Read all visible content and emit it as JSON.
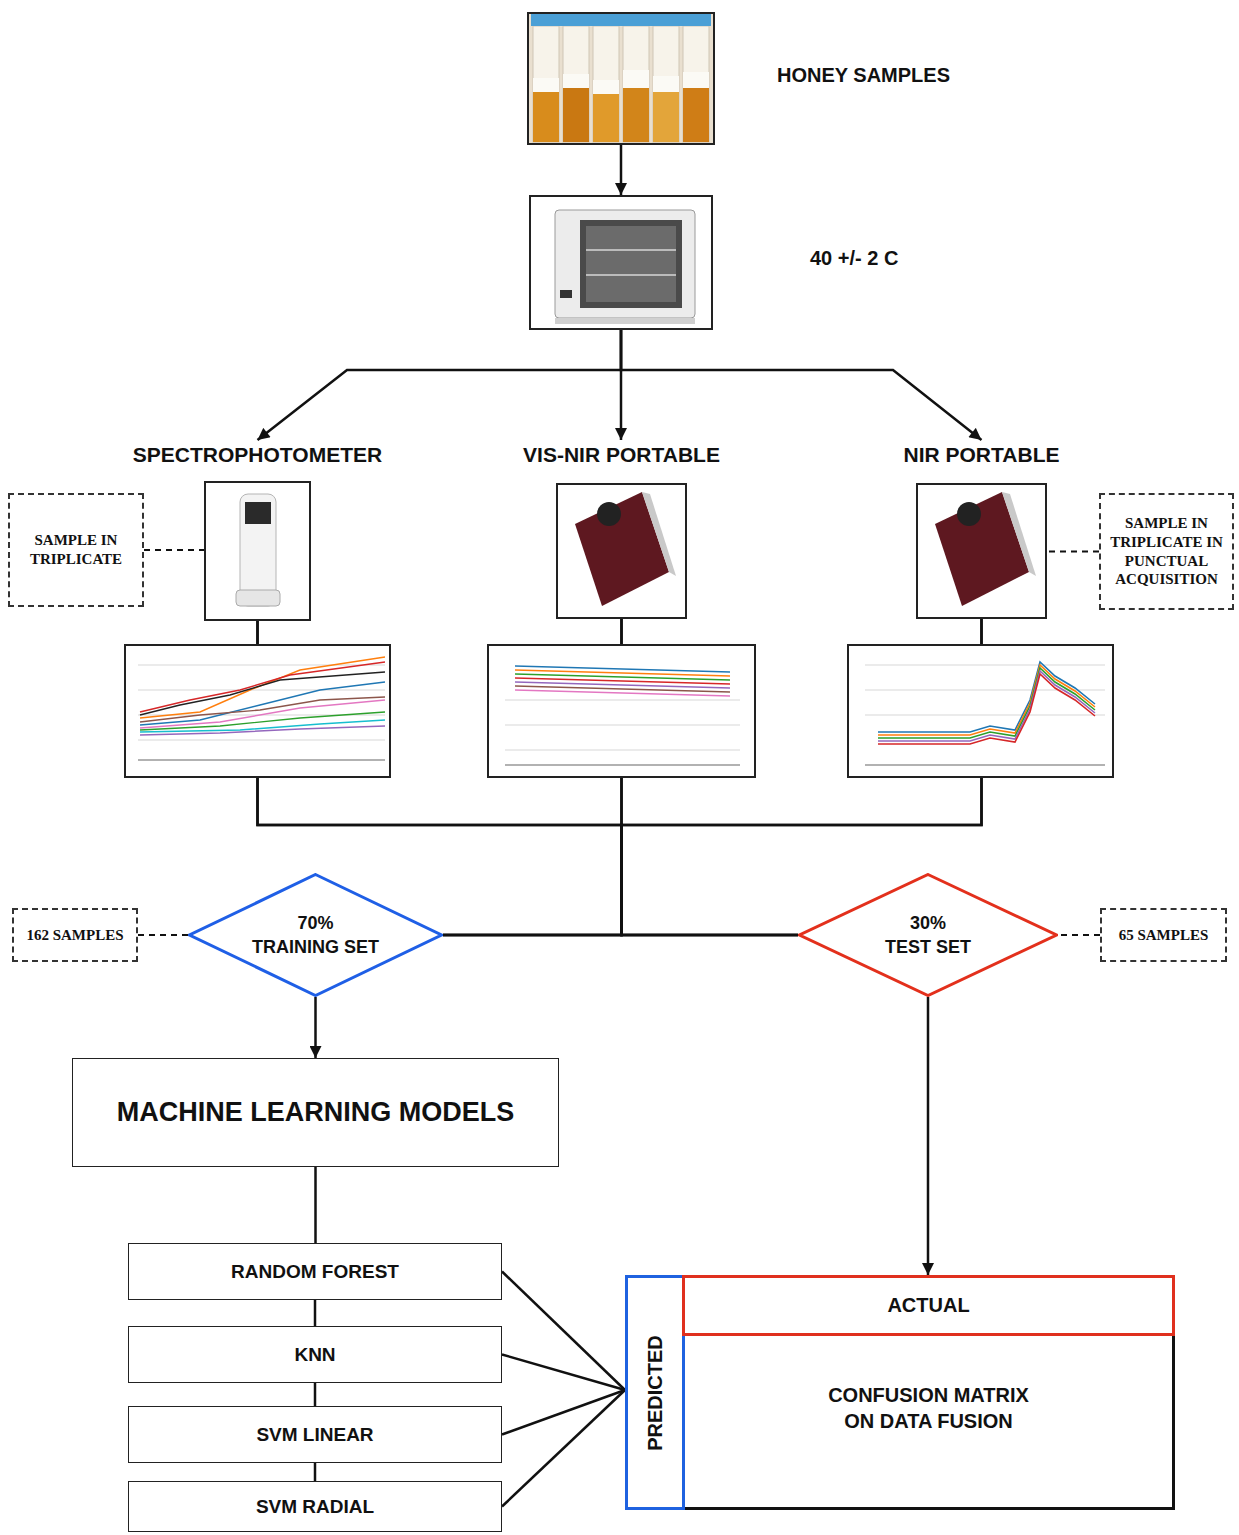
{
  "diagram": {
    "nodes": [
      {
        "text": [
          "HONEY SAMPLES"
        ]
      },
      {
        "text": [
          "40 +/- 2 C"
        ]
      },
      {
        "text": [
          "SAMPLE IN TRIPLICATE"
        ]
      },
      {
        "text": [
          "SPECTROPHOTOMETER"
        ]
      },
      {
        "text": [
          "VIS-NIR PORTABLE"
        ]
      },
      {
        "text": [
          "NIR PORTABLE"
        ]
      },
      {
        "text": [
          "SAMPLE IN TRIPLICATE IN PUNCTUAL ACQUISITION"
        ]
      },
      {
        "text": [
          "162 SAMPLES"
        ]
      },
      {
        "text": [
          "70% TRAINING SET"
        ]
      },
      {
        "text": [
          "30% TEST SET"
        ]
      },
      {
        "text": [
          "65 SAMPLES"
        ]
      },
      {
        "text": [
          "MACHINE LEARNING MODELS"
        ]
      },
      {
        "text": [
          "RANDOM FOREST"
        ]
      },
      {
        "text": [
          "KNN"
        ]
      },
      {
        "text": [
          "SVM LINEAR"
        ]
      },
      {
        "text": [
          "SVM RADIAL"
        ]
      },
      {
        "text": [
          "CONFUSION MATRIX ON DATA FUSION"
        ]
      },
      {
        "text": [
          "PREDICTED"
        ],
        "in": 16
      },
      {
        "text": [
          "ACTUAL"
        ],
        "in": 16
      }
    ],
    "edges": [
      {
        "from": 0,
        "to": 1,
        "arrow": "to"
      },
      {
        "from": 1,
        "to": 3,
        "arrow": "to"
      },
      {
        "from": 1,
        "to": 4,
        "arrow": "to"
      },
      {
        "from": 1,
        "to": 5,
        "arrow": "to"
      },
      {
        "from": 2,
        "to": 3,
        "arrow": "none"
      },
      {
        "from": 6,
        "to": 5,
        "arrow": "none"
      },
      {
        "from": 3,
        "to": 8,
        "arrow": "none"
      },
      {
        "from": 3,
        "to": 9,
        "arrow": "none"
      },
      {
        "from": 4,
        "to": 8,
        "arrow": "none"
      },
      {
        "from": 4,
        "to": 9,
        "arrow": "none"
      },
      {
        "from": 5,
        "to": 8,
        "arrow": "none"
      },
      {
        "from": 5,
        "to": 9,
        "arrow": "none"
      },
      {
        "from": 7,
        "to": 8,
        "arrow": "none"
      },
      {
        "from": 10,
        "to": 9,
        "arrow": "none"
      },
      {
        "from": 8,
        "to": 11,
        "arrow": "to"
      },
      {
        "from": 11,
        "to": 12,
        "arrow": "none"
      },
      {
        "from": 12,
        "to": 13,
        "arrow": "none"
      },
      {
        "from": 13,
        "to": 14,
        "arrow": "none"
      },
      {
        "from": 14,
        "to": 15,
        "arrow": "none"
      },
      {
        "from": 12,
        "to": 16,
        "arrow": "none"
      },
      {
        "from": 13,
        "to": 16,
        "arrow": "none"
      },
      {
        "from": 14,
        "to": 16,
        "arrow": "none"
      },
      {
        "from": 15,
        "to": 16,
        "arrow": "none"
      },
      {
        "from": 9,
        "to": 16,
        "arrow": "to"
      }
    ]
  }
}
